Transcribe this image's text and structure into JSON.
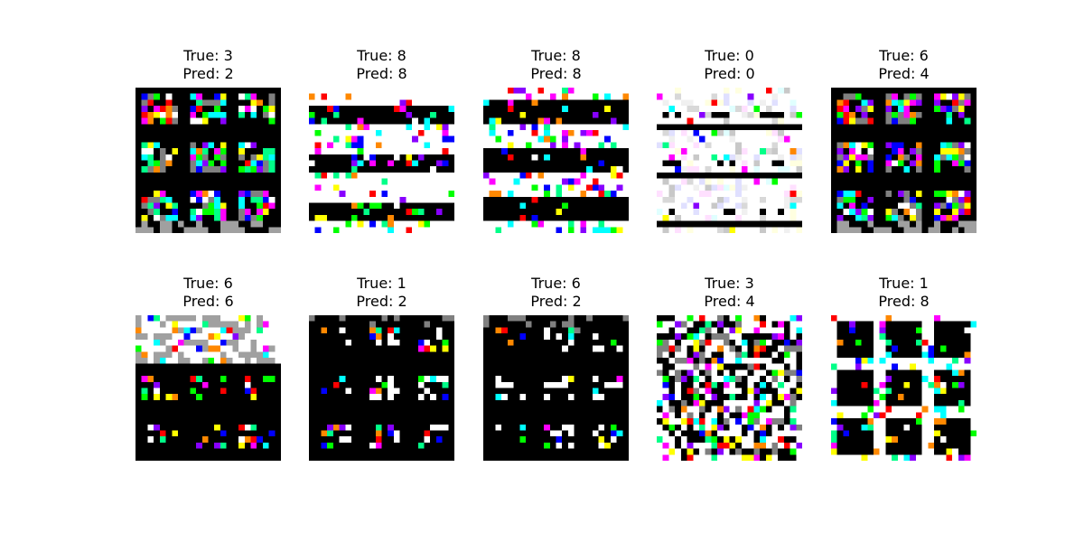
{
  "chart_data": {
    "type": "image-grid",
    "rows": 2,
    "cols": 5,
    "panels": [
      {
        "true": "True: 3",
        "pred": "Pred: 2",
        "pattern": "dark-grid-colored-blobs"
      },
      {
        "true": "True: 8",
        "pred": "Pred: 8",
        "pattern": "white-with-horizontal-black-bands"
      },
      {
        "true": "True: 8",
        "pred": "Pred: 8",
        "pattern": "black-with-white-bands"
      },
      {
        "true": "True: 0",
        "pred": "Pred: 0",
        "pattern": "white-with-black-bands"
      },
      {
        "true": "True: 6",
        "pred": "Pred: 4",
        "pattern": "dark-grid-colored-blobs"
      },
      {
        "true": "True: 6",
        "pred": "Pred: 6",
        "pattern": "dark-grid-bright-top"
      },
      {
        "true": "True: 1",
        "pred": "Pred: 2",
        "pattern": "dark-grid-sparse-shapes"
      },
      {
        "true": "True: 6",
        "pred": "Pred: 2",
        "pattern": "dark-grid-sparse-shapes"
      },
      {
        "true": "True: 3",
        "pred": "Pred: 4",
        "pattern": "white-noisy-grid"
      },
      {
        "true": "True: 1",
        "pred": "Pred: 8",
        "pattern": "white-with-dark-tiles"
      }
    ]
  }
}
